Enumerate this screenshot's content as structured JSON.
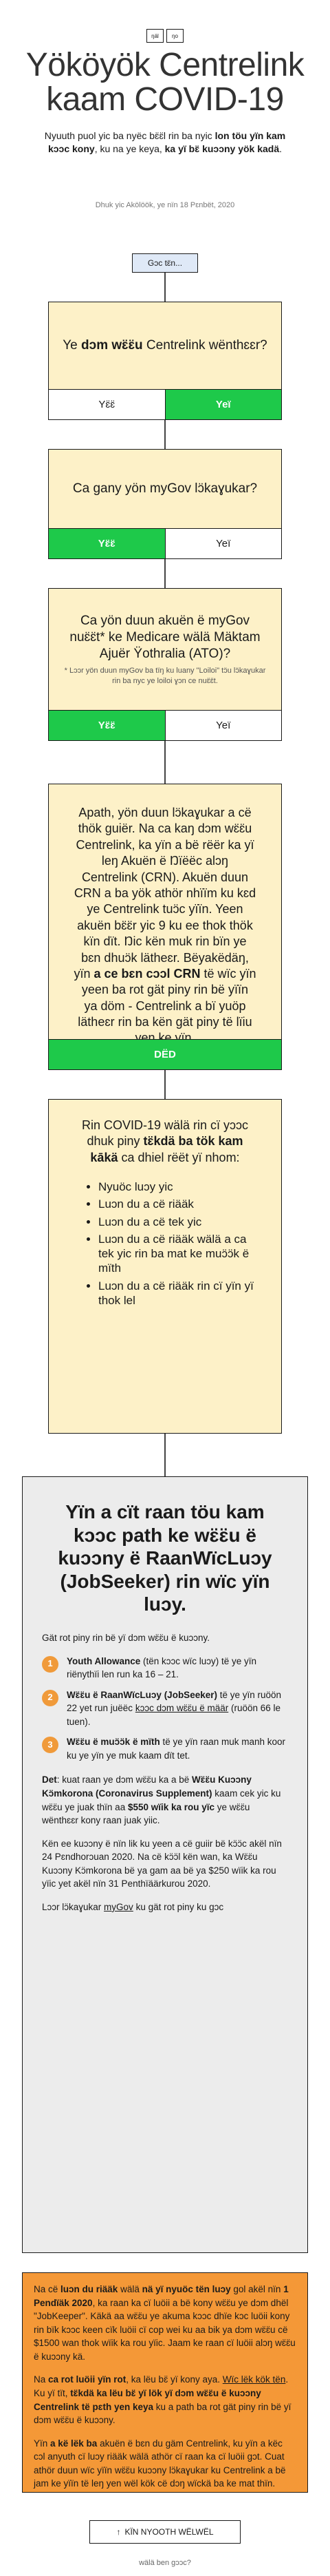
{
  "logo": {
    "left": "ŋäl",
    "right": "ŋo"
  },
  "title": "Yököyök Centrelink kaam COVID-19",
  "intro": {
    "text1": "Nyuuth puol yic ba nyëc bɛ̈ɛ̈l rin ba nyic ",
    "bold1": "lon töu yïn kam kɔɔc kony",
    "text2": ", ku na ye keya, ",
    "bold2": "ka yï bɛ̈ kuɔɔny yök kadä",
    "text3": "."
  },
  "updated": "Dhuk yic Akölöök, ye nïn 18 Pɛnbët, 2020",
  "start_label": "Gɔc tɛ̈n...",
  "q1": {
    "text_a": "Ye ",
    "bold": "dɔm wɛ̈ɛ̈u",
    "text_b": " Centrelink wënthɛɛr?",
    "no": "Yɛ̈ɛ̈",
    "yes": "Yeï"
  },
  "q2": {
    "text": "Ca gany yön myGov lɔ̈kaɣukar?",
    "yes": "Yɛ̈ɛ̈",
    "no": "Yeï"
  },
  "q3": {
    "text": "Ca yön duun akuën ë myGov nuɛ̈ɛ̈t* ke Medicare wälä Mäktam Ajuër Ÿothralia (ATO)?",
    "note": "* Lɔɔr yön duun myGov ba tïŋ ku luany \"Loiloi\" tɔ̈u lɔ̈kaɣukar rin ba nyc ye loiloi ɣɔn ce nuɛ̈ɛ̈t.",
    "note_link": "myGov",
    "yes": "Yɛ̈ɛ̈",
    "no": "Yeï"
  },
  "info1": {
    "text_a": "Apath, yön duun lɔ̈kaɣukar a cë thök guiër. Na ca kaŋ dɔm wɛ̈ɛ̈u Centrelink, ka yïn a bë rëër ka yï leŋ Akuën ë Ŋïëëc alɔŋ Centrelink (CRN). Akuën duun CRN a ba yök athör nhïïm ku kɛd ye Centrelink tuɔ̈c yïïn. Yeen akuën bɛ̈ɛ̈r yic 9 ku ee thok thök kïn dït. Ŋic kën muk rin bïn ye bɛn dhuɔ̈k lätheɛr. Bëyakëdäŋ, yïn ",
    "bold": "a ce bɛn cɔɔl CRN",
    "text_b": " të wïc yïn yeen ba rot gät piny rin bë yïïn ya döm - Centrelink a bï yuöp lätheɛr rin ba kën gät piny të lïiu yen ke yïn.",
    "done": "DËD"
  },
  "info2": {
    "text_a": "Rin COVID-19 wälä rin cï yɔɔc dhuk piny ",
    "bold": "tɛ̈kdä ba tök kam kākä",
    "text_b": " ca dhiel rëët yï nhom:",
    "items": [
      "Nyuöc luɔy yic",
      "Luɔn du a cë riääk",
      "Luɔn du a cë tek yic",
      "Luɔn du a cë riääk wälä a ca tek yic rin ba mat ke muɔ̈ɔ̈k ë mïth",
      "Luɔn du a cë riääk rin cï yïn yï thok lel"
    ]
  },
  "result": {
    "title": "Yïn a cït raan töu kam kɔɔc path ke wɛ̈ɛ̈u ë kuɔɔny ë RaanWïcLuɔy (JobSeeker) rin wïc yïn luɔy.",
    "lead": "Gät rot piny rin bë yï dɔm wɛ̈ɛ̈u ë kuɔɔny.",
    "steps": [
      {
        "num": "1",
        "bold": "Youth Allowance",
        "text": " (tën kɔɔc wïc luɔy) të ye yïn riënythïi len run ka 16 – 21."
      },
      {
        "num": "2",
        "bold": "Wɛ̈ɛ̈u ë RaanWïcLuɔy (JobSeeker)",
        "text": " të ye yïn ruöön 22 yet run juëëc ",
        "link": "kɔɔc dɔm wɛ̈ɛ̈u ë määr",
        "text2": " (ruöön 66 le tuen)."
      },
      {
        "num": "3",
        "bold": "Wɛ̈ɛ̈u ë muɔ̈ɔ̈k ë mïth",
        "text": " të ye yïn raan muk manh koor ku ye yïn ye muk kaam dït tet."
      }
    ],
    "det_bold": "Det",
    "det_text": ": kuat raan ye dɔm wɛ̈ɛ̈u ka a bë ",
    "det_bold2": "Wɛ̈ɛ̈u Kuɔɔny Kɔ̈mkorona (Coronavirus Supplement)",
    "det_text2": " kaam cek yic ku wɛ̈ɛ̈u ye juak thïn aa ",
    "det_bold3": "$550 wïik ka rou yïc",
    "det_text3": " ye wɛ̈ɛ̈u wënthɛɛr kony raan juak yiic.",
    "p2": "Kën ee kuɔɔny ë nïn lik ku yeen a cë guiir bë kɔ̈ɔ̈c akël nïn 24 Pɛndhorɔuan 2020. Na cë kɔ̈ɔ̈l kën wan, ka Wɛ̈ɛ̈u Kuɔɔny Kɔ̈mkorona bë ya gam aa bë ya $250 wïik ka rou yïic yet akël nïn 31 Penthïäärkurou 2020.",
    "p3_a": "Lɔɔr lɔ̈kaɣukar ",
    "p3_link": "myGov",
    "p3_b": " ku gät rot piny ku gɔc"
  },
  "orange": {
    "p1_a": "Na cë ",
    "p1_b1": "luɔn du riääk",
    "p1_b": " wälä ",
    "p1_b2": "nä yï nyuöc tën luɔy",
    "p1_c": " gol akël nïn ",
    "p1_b3": "1 Pendïäk 2020",
    "p1_d": ", ka raan ka cï luöii a bë kony wɛ̈ɛ̈u ye dɔm dhël \"JobKeeper\". Käkä aa wɛ̈ɛ̈u ye akuma kɔɔc dhïe kɔc luöii kony rin bïk kɔɔc keen cïk luöii cï cop wei ku aa bik ya dɔm wɛ̈ɛ̈u cë $1500 wan thok wïik ka rou yïic. Jaam ke raan cï luöii alɔŋ wɛ̈ɛ̈u ë kuɔɔny kä.",
    "p2_a": "Na ",
    "p2_b1": "ca rot luöii yïn rot",
    "p2_b": ", ka lëu bɛ̈ yï kony aya. ",
    "p2_link": "Wïc lëk kök tën",
    "p2_c": ". Ku yï tït, ",
    "p2_b2": "tɛ̈kdä ka lëu bɛ̈ yï lök yï dɔm wɛ̈ɛ̈u ë kuɔɔny Centrelink të pɛth yen keya",
    "p2_d": " ku a path ba rot gät piny rin bë yï dɔm wɛ̈ɛ̈u ë kuɔɔny.",
    "p3_a": "Yïn ",
    "p3_b1": "a kë lëk ba",
    "p3_b": " akuën ë bɛn du gäm Centrelink, ku yïn a këc cɔl anyuth cï luɔy riääk wälä athör cï raan ka cï luöii gɔt. Cuat athör duun wïc yïïn wɛ̈ɛ̈u kuɔɔny lɔ̈kaɣukar ku Centrelink a bë jam ke yïïn të leŋ yen wël kök cë dɔŋ wïckä ba ke mat thïn."
  },
  "back_label": "KÏN NYOOTH WËLWËL",
  "footer": "wälä ben gɔɔc?"
}
